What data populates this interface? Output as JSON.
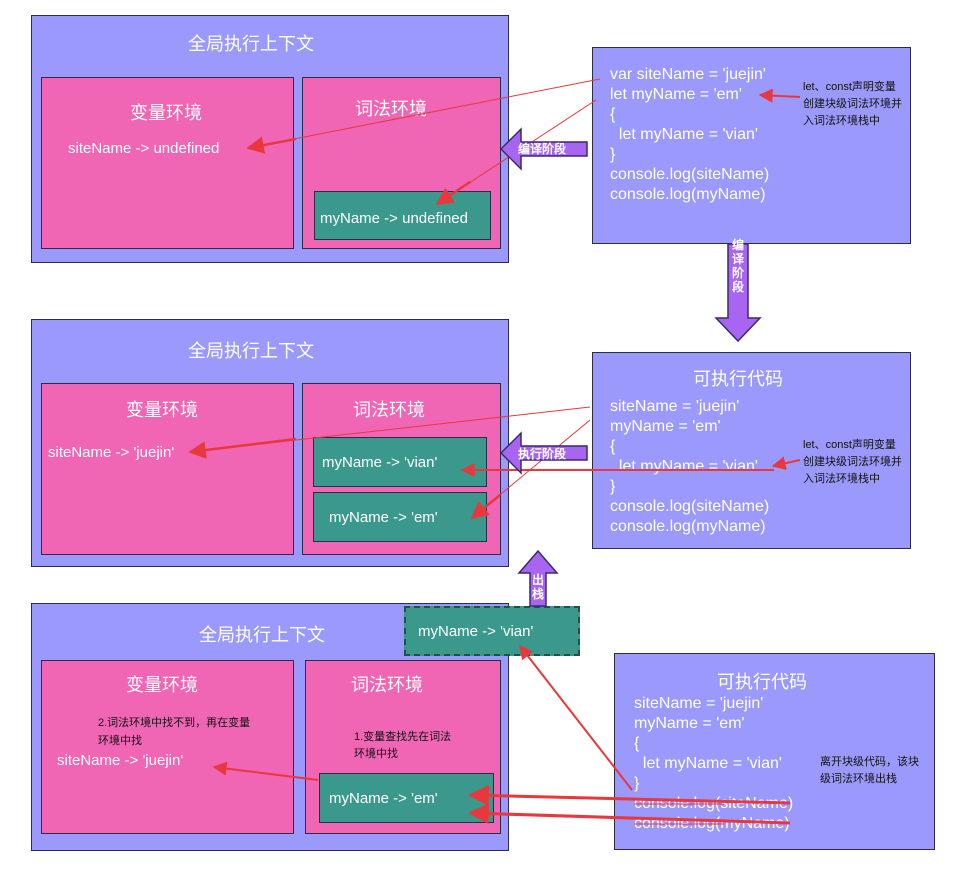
{
  "section1": {
    "global_title": "全局执行上下文",
    "var_env_title": "变量环境",
    "var_env_value": "siteName -> undefined",
    "lex_env_title": "词法环境",
    "lex_env_value": "myName -> undefined",
    "code_lines": [
      "var siteName = 'juejin'",
      "let myName = 'em'",
      "{",
      "  let myName = 'vian'",
      "}",
      "console.log(siteName)",
      "console.log(myName)"
    ],
    "note_lines": [
      "let、const声明变量",
      "创建块级词法环境并",
      "入词法环境栈中"
    ],
    "compile_label": "编译阶段"
  },
  "vertical_compile_label": [
    "编",
    "译",
    "阶",
    "段"
  ],
  "section2": {
    "global_title": "全局执行上下文",
    "var_env_title": "变量环境",
    "var_env_value": "siteName -> 'juejin'",
    "lex_env_title": "词法环境",
    "lex_env_values": [
      "myName -> 'vian'",
      "myName -> 'em'"
    ],
    "code_title": "可执行代码",
    "code_lines": [
      "siteName = 'juejin'",
      "myName = 'em'",
      "{",
      "  let myName = 'vian'",
      "}",
      "console.log(siteName)",
      "console.log(myName)"
    ],
    "note_lines": [
      "let、const声明变量",
      "创建块级词法环境并",
      "入词法环境栈中"
    ],
    "exec_label": "执行阶段"
  },
  "pop_label": [
    "出",
    "栈"
  ],
  "section3": {
    "global_title": "全局执行上下文",
    "popped_value": "myName -> 'vian'",
    "var_env_title": "变量环境",
    "var_env_note": [
      "2.词法环境中找不到，再在变量",
      "环境中找"
    ],
    "var_env_value": "siteName -> 'juejin'",
    "lex_env_title": "词法环境",
    "lex_env_note": [
      "1.变量查找先在词法",
      "环境中找"
    ],
    "lex_env_value": "myName -> 'em'",
    "code_title": "可执行代码",
    "code_lines": [
      "siteName = 'juejin'",
      "myName = 'em'",
      "{",
      "  let myName = 'vian'",
      "}",
      "console.log(siteName)",
      "console.log(myName)"
    ],
    "exit_note": [
      "离开块级代码，该块",
      "级词法环境出栈"
    ]
  },
  "colors": {
    "outer_box": "#9b99fb",
    "env_box": "#f066b4",
    "value_box": "#3a988c",
    "arrow_red": "#e8383d",
    "arrow_purple": "#a865f2"
  }
}
